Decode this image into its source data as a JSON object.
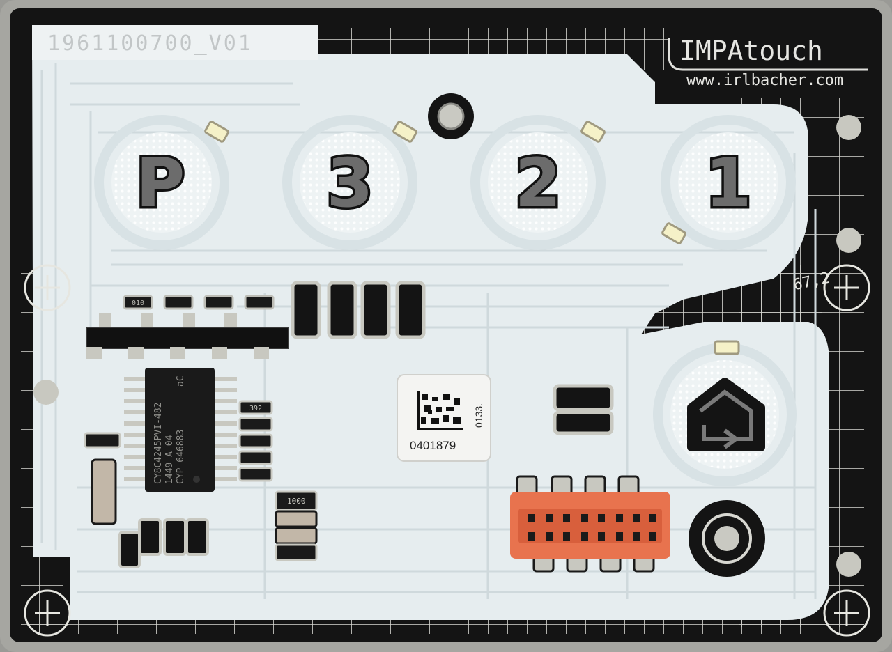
{
  "board": {
    "part_number": "1961100700_V01",
    "brand": "IMPAtouch",
    "url": "www.irlbacher.com",
    "dimension_mark": "67,2"
  },
  "keys": [
    {
      "label": "P"
    },
    {
      "label": "3"
    },
    {
      "label": "2"
    },
    {
      "label": "1"
    }
  ],
  "home_key": {
    "icon": "home-return-icon"
  },
  "chip": {
    "line1": "CY8C4245PVI-482",
    "line2": "1449 A 04",
    "line3": "CYP 646883",
    "line4": "aC"
  },
  "sticker": {
    "serial": "0401879",
    "side_code": "0133."
  },
  "resistor_markings": {
    "top_row": "010",
    "right_stack": "1000",
    "chip_side": "392"
  },
  "colors": {
    "board_black": "#141414",
    "overlay_white": "#e6edef",
    "trace_line": "#cfd9dc",
    "connector_orange": "#e8734e",
    "frame_grey": "#9a9a96",
    "led_yellow": "#f5f1c8"
  }
}
